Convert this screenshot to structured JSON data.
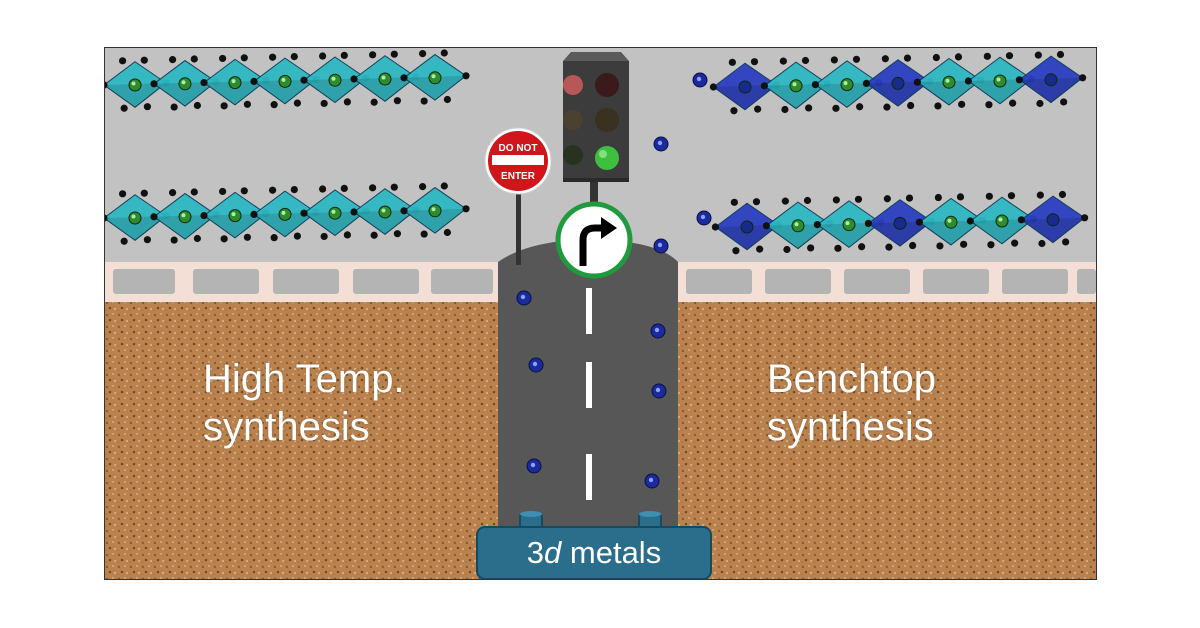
{
  "labels": {
    "left": [
      "High Temp.",
      "synthesis"
    ],
    "right": [
      "Benchtop",
      "synthesis"
    ],
    "metals_prefix": "3",
    "metals_italic": "d",
    "metals_suffix": " metals"
  },
  "sign": {
    "line1": "DO NOT",
    "line2": "ENTER"
  },
  "colors": {
    "octahedron_teal": "#2fb8c4",
    "octahedron_blue": "#2c3fc0",
    "ion_blue": "#1b2a9c",
    "soil": "#b9824f",
    "road": "#555555",
    "sign_red": "#d0151b",
    "light_green": "#3fbf3f",
    "turn_sign_green": "#1f9a3c",
    "metals_box": "#2a6e8c"
  },
  "icons": [
    "do-not-enter-sign",
    "traffic-light",
    "right-turn-arrow-sign"
  ]
}
